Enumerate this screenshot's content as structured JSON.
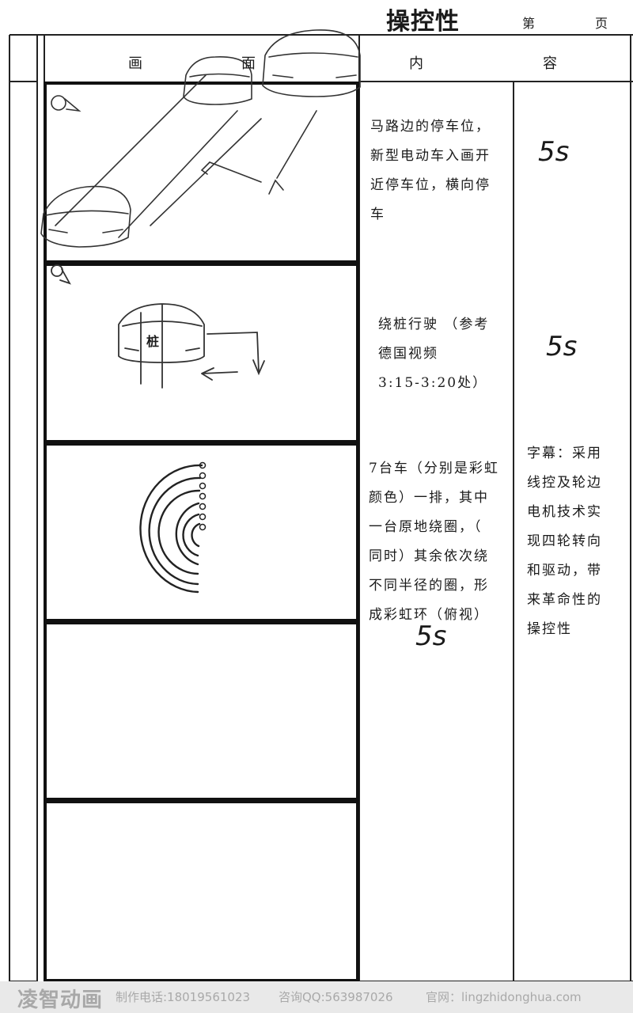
{
  "header": {
    "title": "操控性",
    "page_prefix": "第",
    "page_suffix": "页"
  },
  "columns": {
    "picture_a": "画",
    "picture_b": "面",
    "content_a": "内",
    "content_b": "容"
  },
  "rows": [
    {
      "content": "马路边的停车位，\n新型电动车入画开\n近停车位，横向停\n车",
      "duration": "5s"
    },
    {
      "content": "绕桩行驶 （参考\n德国视频\n3:15-3:20处）",
      "duration": "5s",
      "sketch_label": "桩"
    },
    {
      "content": "7台车（分别是彩虹\n颜色）一排，其中\n一台原地绕圈，（\n同时）其余依次绕\n不同半径的圈，形\n成彩虹环（俯视）",
      "duration": "5s"
    },
    {
      "content": "",
      "duration": ""
    },
    {
      "content": "",
      "duration": ""
    }
  ],
  "side_note": "字幕：采用\n线控及轮边\n电机技术实\n现四轮转向\n和驱动，带\n来革命性的\n操控性",
  "footer": {
    "brand": "凌智动画",
    "phone": "制作电话:18019561023",
    "qq": "咨询QQ:563987026",
    "site": "官网：lingzhidonghua.com"
  }
}
